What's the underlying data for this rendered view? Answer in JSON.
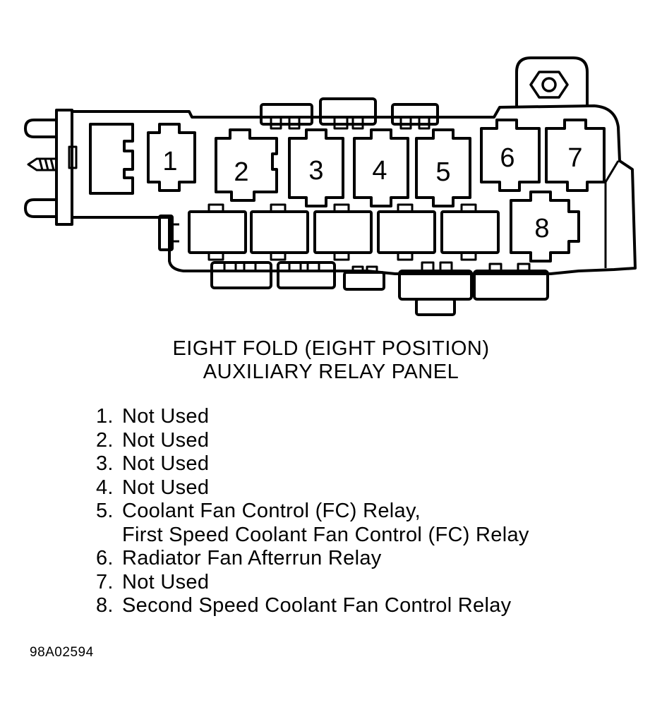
{
  "diagram": {
    "position_labels": [
      "1",
      "2",
      "3",
      "4",
      "5",
      "6",
      "7",
      "8"
    ]
  },
  "title": {
    "line1": "EIGHT FOLD (EIGHT POSITION)",
    "line2": "AUXILIARY RELAY PANEL"
  },
  "legend": {
    "items": [
      {
        "number": "1.",
        "text": "Not Used"
      },
      {
        "number": "2.",
        "text": "Not Used"
      },
      {
        "number": "3.",
        "text": "Not Used"
      },
      {
        "number": "4.",
        "text": "Not Used"
      },
      {
        "number": "5.",
        "text": "Coolant Fan Control (FC) Relay,",
        "continuation": "First Speed Coolant Fan Control (FC) Relay"
      },
      {
        "number": "6.",
        "text": "Radiator Fan Afterrun Relay"
      },
      {
        "number": "7.",
        "text": "Not Used"
      },
      {
        "number": "8.",
        "text": "Second Speed Coolant Fan Control Relay"
      }
    ]
  },
  "figure_code": "98A02594"
}
